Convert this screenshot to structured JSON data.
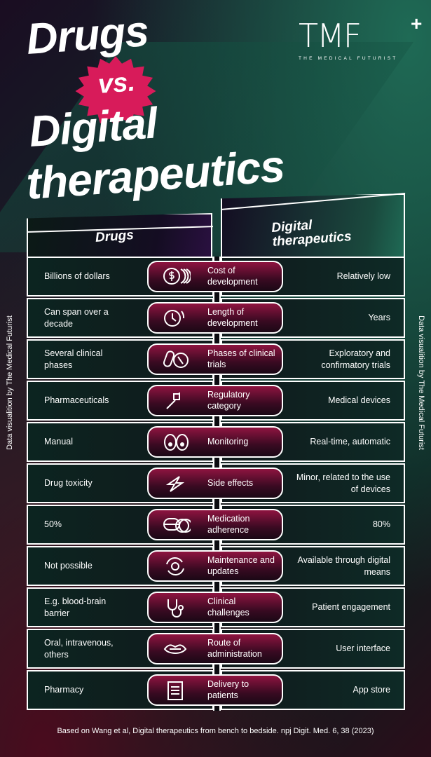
{
  "title": {
    "line1": "Drugs",
    "vs": "vs.",
    "line2": "Digital",
    "line3": "therapeutics"
  },
  "logo": {
    "mark": "TMF",
    "plus": "+",
    "subtitle": "THE MEDICAL FUTURIST"
  },
  "columns": {
    "left": "Drugs",
    "right_line1": "Digital",
    "right_line2": "therapeutics"
  },
  "rows": [
    {
      "icon": "coins-icon",
      "drugs": "Billions of dollars",
      "criterion": "Cost of development",
      "dtx": "Relatively low"
    },
    {
      "icon": "clock-icon",
      "drugs": "Can span over a decade",
      "criterion": "Length of development",
      "dtx": "Years"
    },
    {
      "icon": "pills-icon",
      "drugs": "Several clinical phases",
      "criterion": "Phases of clinical trials",
      "dtx": "Exploratory and confirmatory trials"
    },
    {
      "icon": "syringe-icon",
      "drugs": "Pharmaceuticals",
      "criterion": "Regulatory category",
      "dtx": "Medical devices"
    },
    {
      "icon": "eyes-icon",
      "drugs": "Manual",
      "criterion": "Monitoring",
      "dtx": "Real-time, automatic"
    },
    {
      "icon": "lightning-icon",
      "drugs": "Drug toxicity",
      "criterion": "Side effects",
      "dtx": "Minor, related to the use of devices"
    },
    {
      "icon": "pill-stack-icon",
      "drugs": "50%",
      "criterion": "Medication adherence",
      "dtx": "80%"
    },
    {
      "icon": "refresh-gear-icon",
      "drugs": "Not possible",
      "criterion": "Maintenance and updates",
      "dtx": "Available through digital means"
    },
    {
      "icon": "stethoscope-icon",
      "drugs": "E.g. blood-brain barrier",
      "criterion": "Clinical challenges",
      "dtx": "Patient engagement"
    },
    {
      "icon": "lips-icon",
      "drugs": "Oral, intravenous, others",
      "criterion": "Route of administration",
      "dtx": "User interface"
    },
    {
      "icon": "document-icon",
      "drugs": "Pharmacy",
      "criterion": "Delivery to patients",
      "dtx": "App store"
    }
  ],
  "side_text": "Data visualition by The Medical Futurist",
  "footer": "Based on Wang et al, Digital therapeutics from bench to bedside. npj Digit. Med. 6, 38 (2023)",
  "colors": {
    "accent": "#d81b5a",
    "teal": "#1f6a55"
  }
}
